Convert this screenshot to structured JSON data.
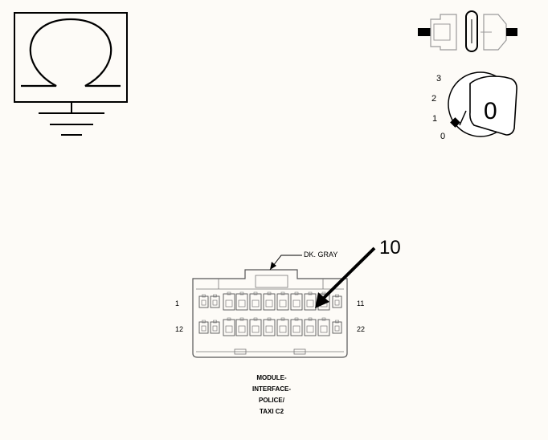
{
  "diagram": {
    "ignition": {
      "positions": [
        "0",
        "1",
        "2",
        "3"
      ],
      "key_label": "0"
    },
    "connector": {
      "color_label": "DK. GRAY",
      "callout": "10",
      "pin_labels": {
        "top_left": "1",
        "top_right": "11",
        "bottom_left": "12",
        "bottom_right": "22"
      },
      "caption": [
        "MODULE-",
        "INTERFACE-",
        "POLICE/",
        "TAXI C2"
      ]
    }
  },
  "colors": {
    "ink": "#000000",
    "faint": "#9a9a9a",
    "background": "#fdfbf7"
  },
  "icons": [
    "ground-symbol-icon",
    "fuse-icon",
    "ignition-switch-icon"
  ]
}
